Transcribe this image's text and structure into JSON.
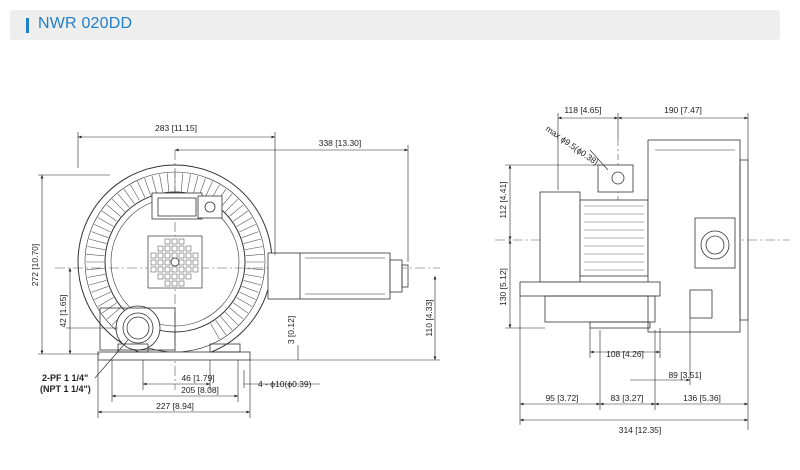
{
  "header": {
    "title": "NWR 020DD",
    "accent_color": "#1f7fc8"
  },
  "front_view": {
    "dims": {
      "d283": "283 [11.15]",
      "d338": "338 [13.30]",
      "d272": "272 [10.70]",
      "d42": "42 [1.65]",
      "d3": "3 [0.12]",
      "d110": "110 [4.33]",
      "d46": "46 [1.79]",
      "d205": "205 [8.08]",
      "d227": "227 [8.94]",
      "dhole": "4 - ϕ10(ϕ0.39)"
    },
    "port_label_line1": "2-PF 1 1/4\"",
    "port_label_line2": "(NPT 1 1/4\")"
  },
  "side_view": {
    "dims": {
      "d118": "118 [4.65]",
      "d190": "190 [7.47]",
      "dmax": "max ϕ9.5(ϕ0.38)",
      "d112": "112 [4.41]",
      "d130": "130 [5.12]",
      "d108": "108 [4.26]",
      "d89": "89 [3.51]",
      "d95": "95 [3.72]",
      "d83": "83 [3.27]",
      "d136": "136 [5.36]",
      "d314": "314 [12.35]"
    }
  }
}
